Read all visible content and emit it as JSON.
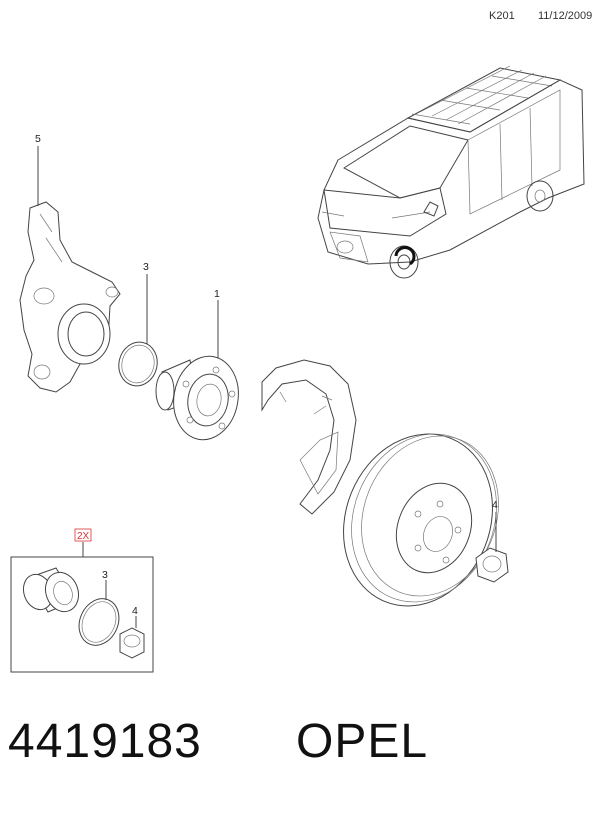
{
  "header": {
    "code": "K201",
    "date": "11/12/2009"
  },
  "callouts": {
    "knuckle": "5",
    "circlip_main": "3",
    "hub": "1",
    "nut_main": "4",
    "circlip_kit": "3",
    "nut_kit": "4"
  },
  "kit": {
    "quantity": "2X"
  },
  "caption": {
    "part_number": "4419183",
    "brand": "OPEL"
  }
}
